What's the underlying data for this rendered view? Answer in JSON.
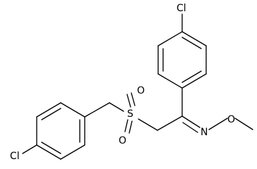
{
  "structure": {
    "atoms": {
      "cl_top": "Cl",
      "cl_bottom": "Cl",
      "sulfur": "S",
      "oxygen_upper": "O",
      "oxygen_lower": "O",
      "nitrogen": "N",
      "oxygen_methoxy": "O"
    },
    "colors": {
      "bond": "#000000",
      "label": "#000000",
      "background": "#ffffff"
    }
  }
}
